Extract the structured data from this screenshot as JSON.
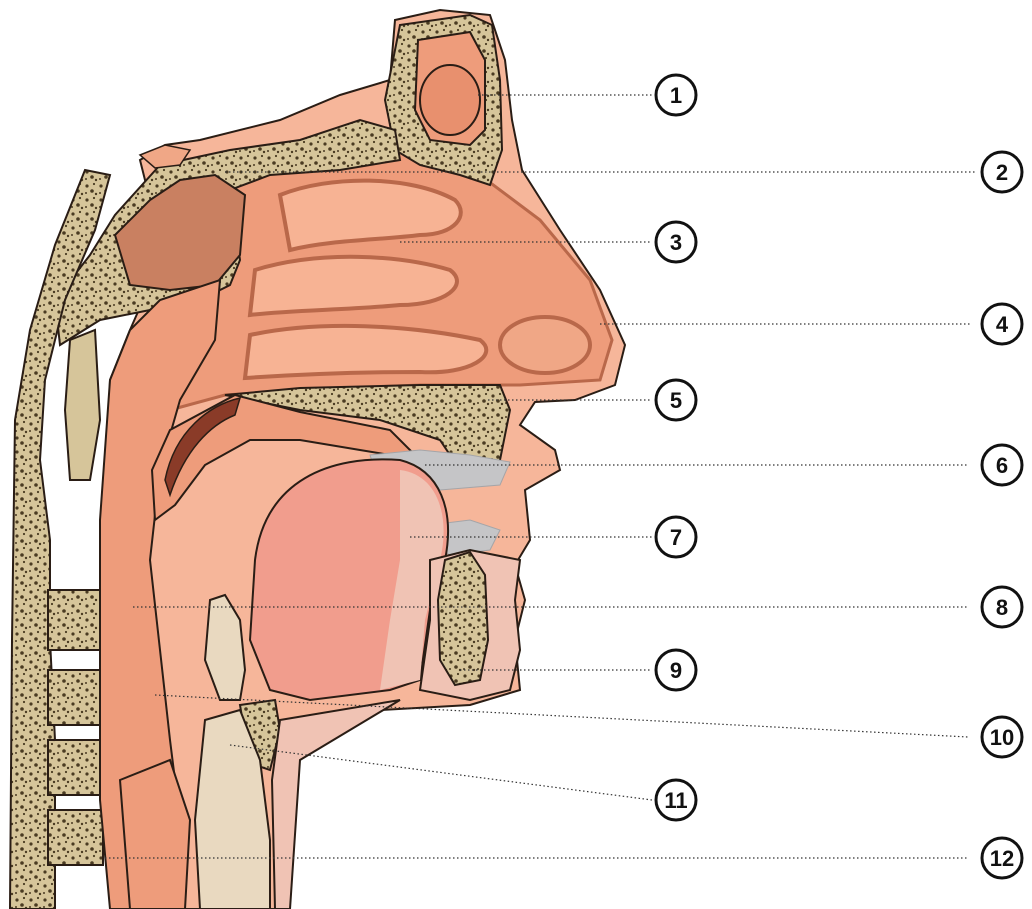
{
  "callouts": [
    {
      "num": "1"
    },
    {
      "num": "2"
    },
    {
      "num": "3"
    },
    {
      "num": "4"
    },
    {
      "num": "5"
    },
    {
      "num": "6"
    },
    {
      "num": "7"
    },
    {
      "num": "8"
    },
    {
      "num": "9"
    },
    {
      "num": "10"
    },
    {
      "num": "11"
    },
    {
      "num": "12"
    }
  ],
  "colors": {
    "bone": "#d6c59a",
    "bone_speckle": "#4a3b22",
    "flesh_light": "#f6b69a",
    "flesh_mid": "#ee9c7b",
    "flesh_dark": "#b9684a",
    "mucosa": "#f0c3b4",
    "tongue": "#f19d8d",
    "teeth": "#c5c5c7",
    "cavity_dark": "#8a3b28",
    "outline": "#2a1d15"
  }
}
